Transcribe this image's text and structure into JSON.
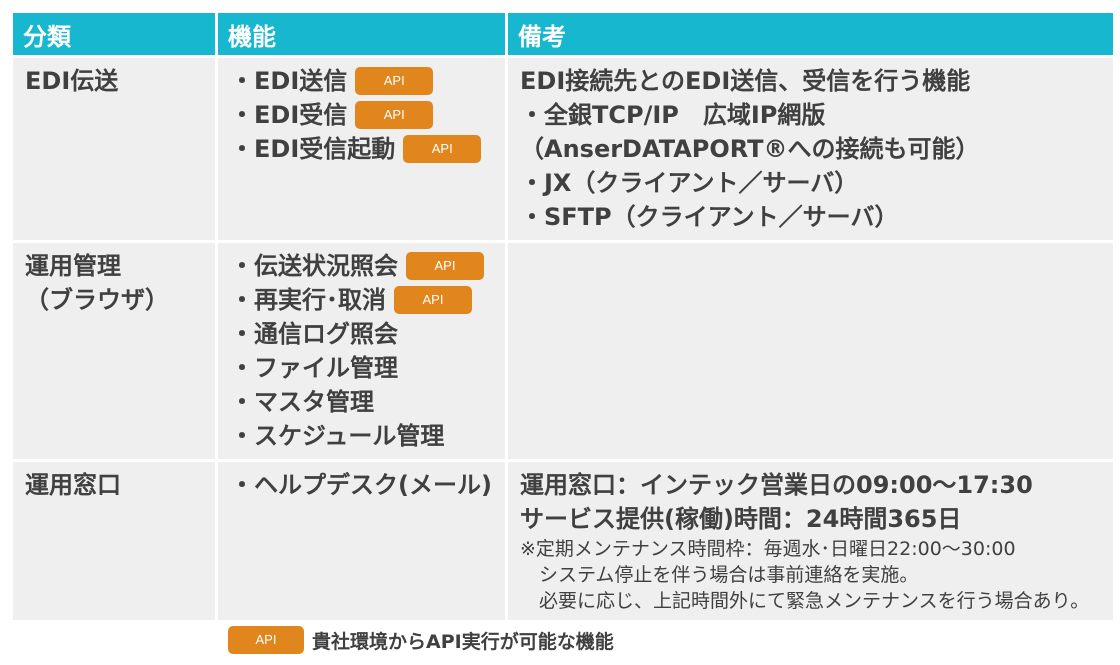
{
  "header": {
    "col1": "分類",
    "col2": "機能",
    "col3": "備考"
  },
  "api_label": "API",
  "rows": [
    {
      "category": [
        "EDI伝送"
      ],
      "functions": [
        {
          "text": "・EDI送信",
          "api": true
        },
        {
          "text": "・EDI受信",
          "api": true
        },
        {
          "text": "・EDI受信起動",
          "api": true
        }
      ],
      "notes": [
        "EDI接続先とのEDI送信、受信を行う機能",
        "・全銀TCP/IP　広域IP網版",
        "（AnserDATAPORT®への接続も可能）",
        "・JX（クライアント／サーバ）",
        "・SFTP（クライアント／サーバ）"
      ],
      "small_notes": []
    },
    {
      "category": [
        "運用管理",
        "（ブラウザ）"
      ],
      "functions": [
        {
          "text": "・伝送状況照会",
          "api": true
        },
        {
          "text": "・再実行･取消",
          "api": true
        },
        {
          "text": "・通信ログ照会",
          "api": false
        },
        {
          "text": "・ファイル管理",
          "api": false
        },
        {
          "text": "・マスタ管理",
          "api": false
        },
        {
          "text": "・スケジュール管理",
          "api": false
        }
      ],
      "notes": [],
      "small_notes": []
    },
    {
      "category": [
        "運用窓口"
      ],
      "functions": [
        {
          "text": "・ヘルプデスク(メール)",
          "api": false
        }
      ],
      "notes": [
        "運用窓口：インテック営業日の09:00～17:30",
        "サービス提供(稼働)時間：24時間365日"
      ],
      "small_notes": [
        "※定期メンテナンス時間枠：毎週水･日曜日22:00～30:00",
        "　システム停止を伴う場合は事前連絡を実施。",
        "　必要に応じ、上記時間外にて緊急メンテナンスを行う場合あり。"
      ]
    }
  ],
  "legend": {
    "badge": "API",
    "text": "貴社環境からAPI実行が可能な機能"
  }
}
